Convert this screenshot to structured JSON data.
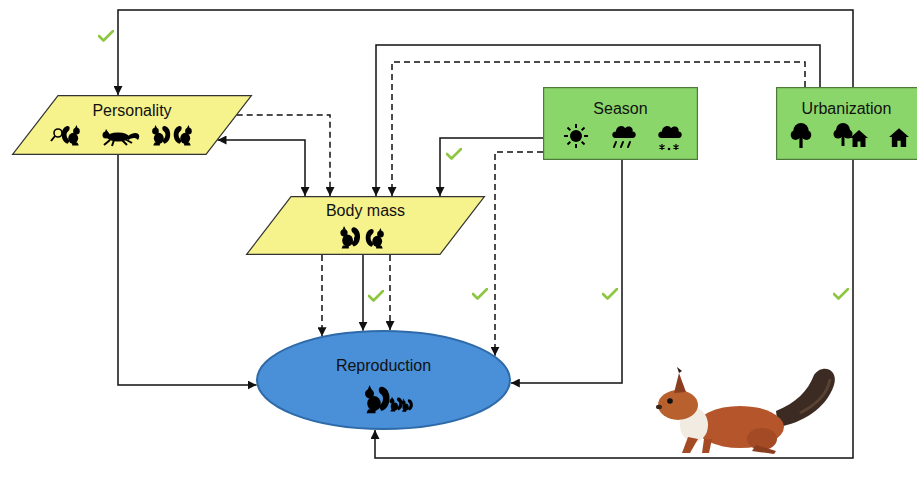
{
  "diagram": {
    "nodes": [
      {
        "text": [
          "Personality"
        ]
      },
      {
        "text": [
          "Season"
        ]
      },
      {
        "text": [
          "Urbanization"
        ]
      },
      {
        "text": [
          "Body mass"
        ]
      },
      {
        "text": [
          "Reproduction"
        ]
      }
    ],
    "edges": [
      {
        "from": 2,
        "to": 0,
        "arrow": "to"
      },
      {
        "from": 2,
        "to": 3,
        "arrow": "to"
      },
      {
        "from": 2,
        "to": 3,
        "arrow": "to"
      },
      {
        "from": 0,
        "to": 3,
        "arrow": "both"
      },
      {
        "from": 0,
        "to": 3,
        "arrow": "to"
      },
      {
        "from": 1,
        "to": 3,
        "arrow": "to"
      },
      {
        "from": 1,
        "to": 4,
        "arrow": "to"
      },
      {
        "from": 3,
        "to": 4,
        "arrow": "to"
      },
      {
        "from": 3,
        "to": 4,
        "arrow": "to"
      },
      {
        "from": 3,
        "to": 4,
        "arrow": "to"
      },
      {
        "from": 0,
        "to": 4,
        "arrow": "to"
      },
      {
        "from": 1,
        "to": 4,
        "arrow": "to"
      },
      {
        "from": 2,
        "to": 4,
        "arrow": "to"
      }
    ]
  }
}
